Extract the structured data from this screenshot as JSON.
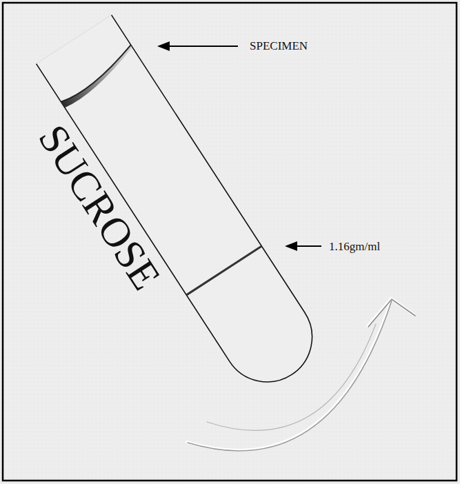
{
  "diagram": {
    "labels": [
      "SPECIMEN",
      "1.16gm/ml",
      "SUCROSE"
    ]
  }
}
